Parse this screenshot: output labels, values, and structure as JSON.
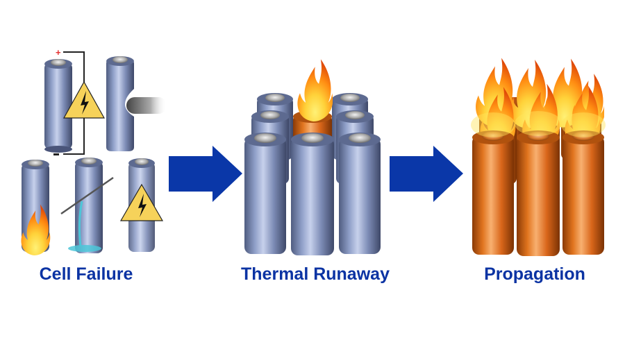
{
  "stages": [
    {
      "label": "Cell Failure",
      "cause_icons": [
        "short-circuit",
        "crush",
        "overheat",
        "nail-penetration",
        "internal-fault"
      ]
    },
    {
      "label": "Thermal Runaway"
    },
    {
      "label": "Propagation"
    }
  ],
  "terminal_marks": {
    "positive": "+",
    "negative": "−"
  },
  "colors": {
    "label": "#0b33a3",
    "arrow": "#0a37a8",
    "cell_blue": "#7f8fb8",
    "cell_orange": "#e2701c",
    "warning_yellow": "#f6d25a",
    "flame": "#ff9a10",
    "leak": "#4cc6d8"
  }
}
